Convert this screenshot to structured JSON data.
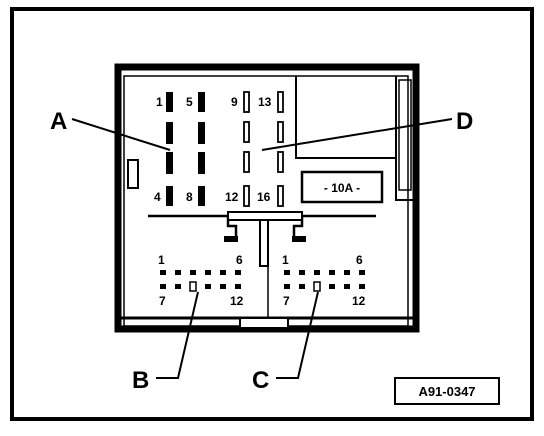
{
  "callouts": {
    "a": "A",
    "b": "B",
    "c": "C",
    "d": "D"
  },
  "fuse_label": "- 10A -",
  "connector_a": {
    "p1": "1",
    "p5": "5",
    "p4": "4",
    "p8": "8"
  },
  "connector_d": {
    "p9": "9",
    "p13": "13",
    "p12": "12",
    "p16": "16"
  },
  "connector_b": {
    "p1": "1",
    "p6": "6",
    "p7": "7",
    "p12": "12"
  },
  "connector_c": {
    "p1": "1",
    "p6": "6",
    "p7": "7",
    "p12": "12"
  },
  "figure_id": "A91-0347"
}
